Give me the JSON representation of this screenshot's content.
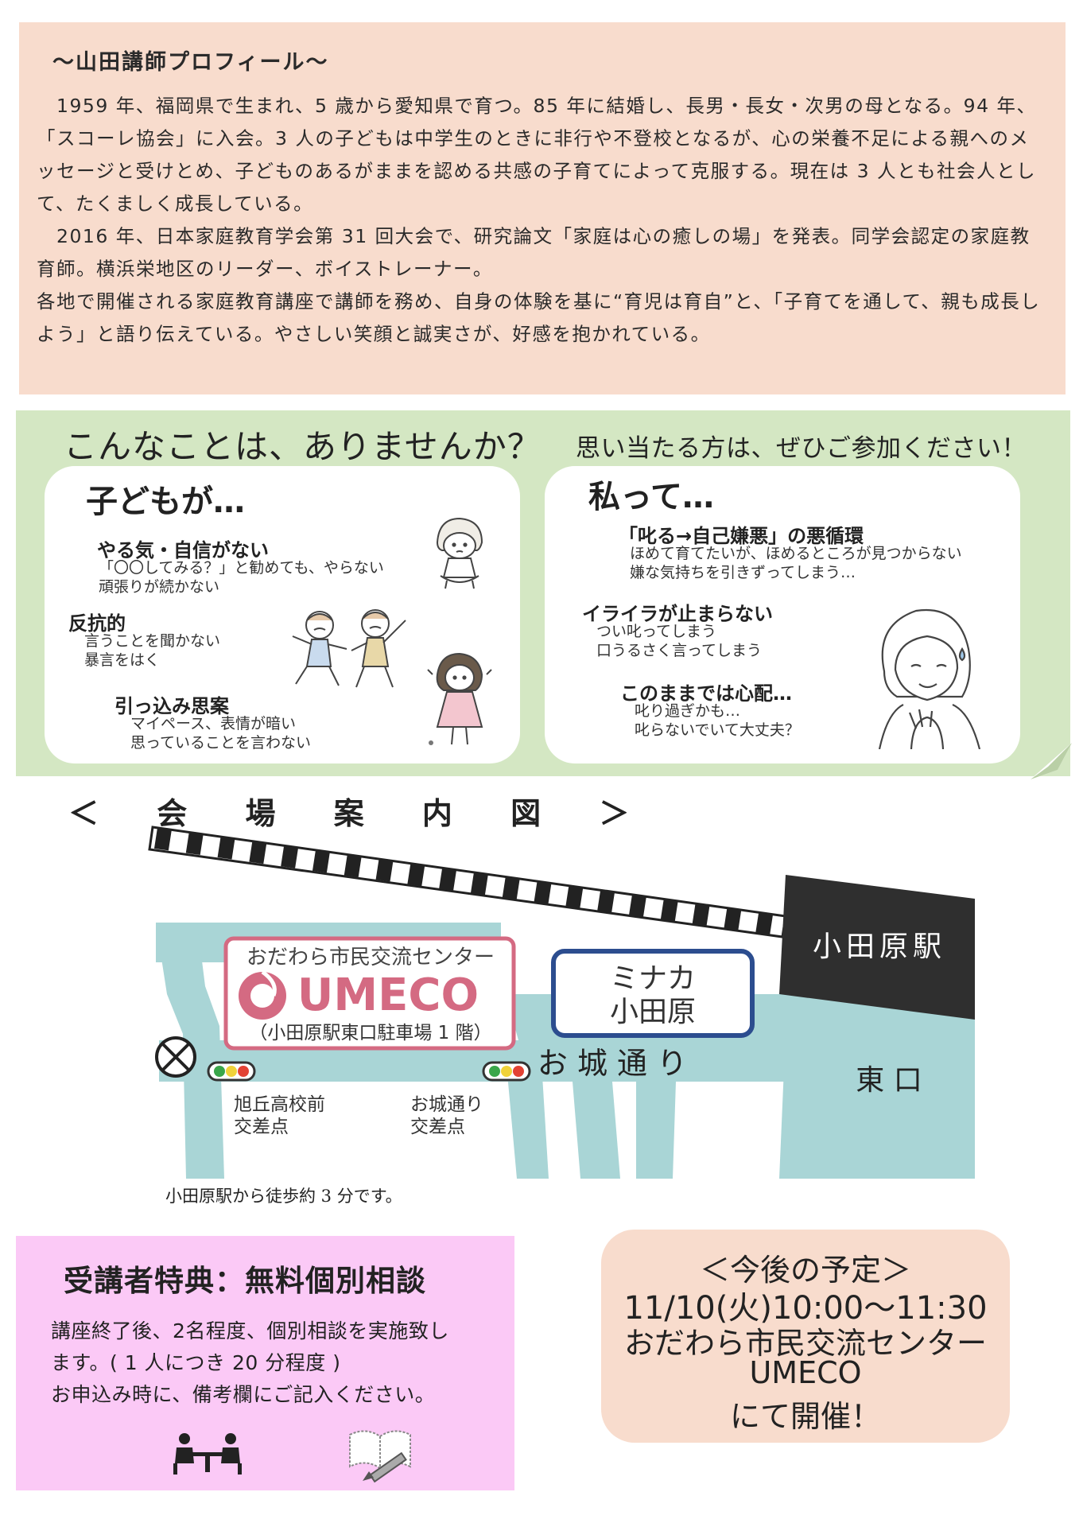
{
  "profile": {
    "title": "～山田講師プロフィール～",
    "paragraphs": [
      "　1959 年、福岡県で生まれ、5 歳から愛知県で育つ。85 年に結婚し、長男・長女・次男の母となる。94 年、「スコーレ協会」に入会。3 人の子どもは中学生のときに非行や不登校となるが、心の栄養不足による親へのメッセージと受けとめ、子どものあるがままを認める共感の子育てによって克服する。現在は 3 人とも社会人として、たくましく成長している。",
      "　2016 年、日本家庭教育学会第 31 回大会で、研究論文「家庭は心の癒しの場」を発表。同学会認定の家庭教育師。横浜栄地区のリーダー、ボイストレーナー。",
      "各地で開催される家庭教育講座で講師を務め、自身の体験を基に“育児は育自”と、「子育てを通して、親も成長しよう」と語り伝えている。やさしい笑顔と誠実さが、好感を抱かれている。"
    ]
  },
  "concerns": {
    "heading": "こんなことは、ありませんか？",
    "invite": "思い当たる方は、ぜひご参加ください！",
    "children": {
      "title": "子どもが…",
      "items": [
        {
          "heading": "やる気・自信がない",
          "text": "「〇〇してみる？」と勧めても、やらない\n 頑張りが続かない"
        },
        {
          "heading": "反抗的",
          "text": "言うことを聞かない\n暴言をはく"
        },
        {
          "heading": "引っ込み思案",
          "text": "マイペース、表情が暗い\n思っていることを言わない"
        }
      ]
    },
    "parents": {
      "title": "私って…",
      "items": [
        {
          "heading": "「叱る→自己嫌悪」の悪循環",
          "text": "ほめて育てたいが、ほめるところが見つからない\n嫌な気持ちを引きずってしまう…"
        },
        {
          "heading": "イライラが止まらない",
          "text": "つい叱ってしまう\n口うるさく言ってしまう"
        },
        {
          "heading": "このままでは心配…",
          "text": "叱り過ぎかも…\n叱らないでいて大丈夫？"
        }
      ]
    }
  },
  "map": {
    "title": "＜ 会 場 案 内 図 ＞",
    "venue_caption": "おだわら市民交流センター",
    "venue_logo": "UMECO",
    "venue_sub": "（小田原駅東口駐車場 1 階）",
    "mall_line1": "ミナカ",
    "mall_line2": "小田原",
    "station": "小田原駅",
    "exit": "東 口",
    "street": "お 城 通 り",
    "crossing1_line1": "旭丘高校前",
    "crossing1_line2": "交差点",
    "crossing2_line1": "お城通り",
    "crossing2_line2": "交差点",
    "note": "小田原駅から徒歩約 3 分です。",
    "colors": {
      "road": "#a9d5d6",
      "venue": "#d46a82",
      "mall": "#2c4d8f",
      "station": "#2f2f2f"
    }
  },
  "benefit": {
    "title": "受講者特典：無料個別相談",
    "lines": [
      "講座終了後、2名程度、個別相談を実施致し",
      "ます。(  1 人につき 20 分程度  )",
      "お申込み時に、備考欄にご記入ください。"
    ]
  },
  "schedule": {
    "lines": [
      "＜今後の予定＞",
      "11/10(火)10:00～11:30",
      "おだわら市民交流センター",
      "UMECO",
      "にて開催！"
    ]
  }
}
